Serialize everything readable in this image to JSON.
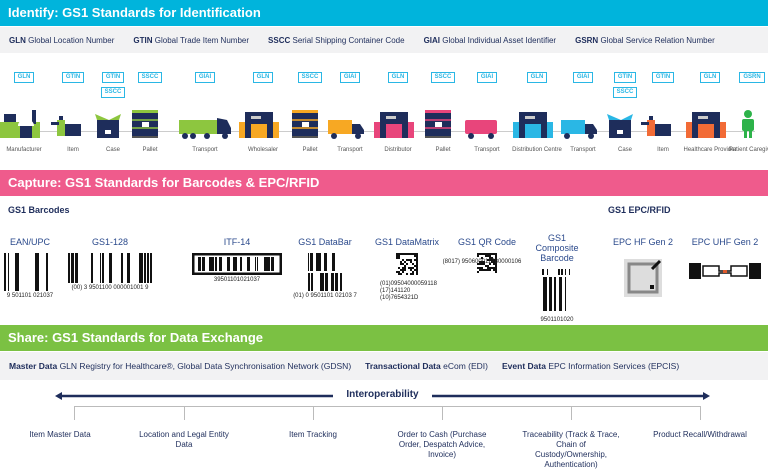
{
  "colors": {
    "identify": "#00b4dc",
    "capture": "#ef5b8c",
    "share": "#7bc143",
    "navy": "#1e2d5b",
    "tag": "#2ab7e5"
  },
  "identify": {
    "title": "Identify: GS1 Standards for Identification",
    "keys": [
      {
        "abbr": "GLN",
        "text": "Global Location Number"
      },
      {
        "abbr": "GTIN",
        "text": "Global Trade Item Number"
      },
      {
        "abbr": "SSCC",
        "text": "Serial Shipping Container Code"
      },
      {
        "abbr": "GIAI",
        "text": "Global Individual Asset Identifier"
      },
      {
        "abbr": "GSRN",
        "text": "Global Service Relation Number"
      }
    ],
    "chain": [
      {
        "label": "Manufacturer",
        "tags": [
          "GLN"
        ],
        "icon": "factory",
        "color": "#8dc63f"
      },
      {
        "label": "Item",
        "tags": [
          "GTIN"
        ],
        "icon": "item",
        "color": "#8dc63f"
      },
      {
        "label": "Case",
        "tags": [
          "GTIN",
          "SSCC"
        ],
        "icon": "box",
        "color": "#8dc63f"
      },
      {
        "label": "Pallet",
        "tags": [
          "SSCC"
        ],
        "icon": "pallet",
        "color": "#8dc63f"
      },
      {
        "label": "Transport",
        "tags": [
          "GIAI"
        ],
        "icon": "truck-long",
        "color": "#8dc63f"
      },
      {
        "label": "Wholesaler",
        "tags": [
          "GLN"
        ],
        "icon": "building",
        "color": "#f7a823"
      },
      {
        "label": "Pallet",
        "tags": [
          "SSCC"
        ],
        "icon": "pallet",
        "color": "#f7a823"
      },
      {
        "label": "Transport",
        "tags": [
          "GIAI"
        ],
        "icon": "truck",
        "color": "#f7a823"
      },
      {
        "label": "Distributor",
        "tags": [
          "GLN"
        ],
        "icon": "building",
        "color": "#e8457b"
      },
      {
        "label": "Pallet",
        "tags": [
          "SSCC"
        ],
        "icon": "pallet",
        "color": "#e8457b"
      },
      {
        "label": "Transport",
        "tags": [
          "GIAI"
        ],
        "icon": "van",
        "color": "#e8457b"
      },
      {
        "label": "Distribution Centre",
        "tags": [
          "GLN"
        ],
        "icon": "building",
        "color": "#2ab7e5"
      },
      {
        "label": "Transport",
        "tags": [
          "GIAI"
        ],
        "icon": "truck",
        "color": "#2ab7e5"
      },
      {
        "label": "Case",
        "tags": [
          "GTIN",
          "SSCC"
        ],
        "icon": "box",
        "color": "#2ab7e5"
      },
      {
        "label": "Item",
        "tags": [
          "GTIN"
        ],
        "icon": "item",
        "color": "#f26b36"
      },
      {
        "label": "Healthcare Provider",
        "tags": [
          "GLN"
        ],
        "icon": "building",
        "color": "#f26b36"
      },
      {
        "label": "Patient Caregiver",
        "tags": [
          "GSRN"
        ],
        "icon": "person",
        "color": "#2db34a"
      }
    ]
  },
  "capture": {
    "title": "Capture: GS1 Standards for Barcodes & EPC/RFID",
    "barcodes_heading": "GS1 Barcodes",
    "rfid_heading": "GS1 EPC/RFID",
    "carriers": [
      {
        "name": "EAN/UPC",
        "type": "linear",
        "hri": "9 501101 021037"
      },
      {
        "name": "GS1-128",
        "type": "linear",
        "hri": "(00) 3 9501100 000001001 9"
      },
      {
        "name": "ITF-14",
        "type": "itf",
        "hri": "39501101021037"
      },
      {
        "name": "GS1 DataBar",
        "type": "stacked",
        "hri": "(01) 0 9501101 02103 7"
      },
      {
        "name": "GS1 DataMatrix",
        "type": "matrix",
        "hri": "(01)09504000059118\n(17)141120\n(10)7654321D"
      },
      {
        "name": "GS1 QR Code",
        "type": "qr",
        "hri": "(8017) 950600011780000106"
      },
      {
        "name": "GS1 Composite Barcode",
        "type": "composite",
        "hri": "9501101020"
      },
      {
        "name": "EPC HF Gen 2",
        "type": "hf"
      },
      {
        "name": "EPC UHF Gen 2",
        "type": "uhf"
      }
    ]
  },
  "share": {
    "title": "Share: GS1 Standards for Data Exchange",
    "items": [
      {
        "bold": "Master Data",
        "text": "GLN Registry for Healthcare®, Global Data Synchronisation Network (GDSN)"
      },
      {
        "bold": "Transactional Data",
        "text": "eCom (EDI)"
      },
      {
        "bold": "Event Data",
        "text": "EPC Information Services (EPCIS)"
      }
    ],
    "interoperability": "Interoperability",
    "uses": [
      "Item Master Data",
      "Location and Legal Entity Data",
      "Item Tracking",
      "Order to Cash (Purchase Order, Despatch Advice, Invoice)",
      "Traceability (Track & Trace, Chain of Custody/Ownership, Authentication)",
      "Product Recall/Withdrawal"
    ]
  }
}
